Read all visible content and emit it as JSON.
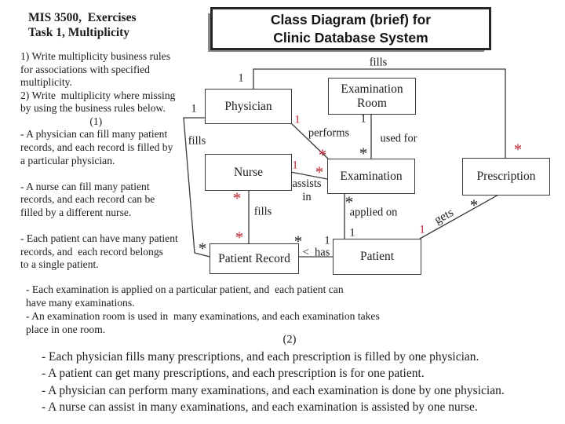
{
  "slide": {
    "heading": "MIS 3500,  Exercises\nTask 1, Multiplicity",
    "title": "Class Diagram (brief) for\nClinic Database System",
    "left_text": "1) Write multiplicity business rules\nfor associations with specified\nmultiplicity.\n2) Write  multiplicity where missing\nby using the business rules below.\n                          (1)\n- A physician can fill many patient\nrecords, and each record is filled by\na particular physician.\n\n- A nurse can fill many patient\nrecords, and each record can be\nfilled by a different nurse.\n\n- Each patient can have many patient\nrecords, and  each record belongs\nto a single patient.",
    "mid_text": "- Each examination is applied on a particular patient, and  each patient can\nhave many examinations.\n- An examination room is used in  many examinations, and each examination takes\nplace in one room.",
    "label_2": "(2)",
    "bottom_text": "- Each physician fills many prescriptions, and each prescription is filled by one physician.\n- A patient can get many prescriptions, and each prescription is for one patient.\n- A physician can perform many examinations, and each examination is done by one physician.\n- A nurse can assist in many examinations, and each examination is assisted by one nurse."
  },
  "diagram": {
    "nodes": [
      {
        "id": "physician",
        "label": "Physician"
      },
      {
        "id": "examination-room",
        "label": "Examination Room"
      },
      {
        "id": "nurse",
        "label": "Nurse"
      },
      {
        "id": "examination",
        "label": "Examination"
      },
      {
        "id": "prescription",
        "label": "Prescription"
      },
      {
        "id": "patient-record",
        "label": "Patient Record"
      },
      {
        "id": "patient",
        "label": "Patient"
      }
    ],
    "edge_labels": [
      {
        "id": "fills-top",
        "text": "fills"
      },
      {
        "id": "fills-left",
        "text": "fills"
      },
      {
        "id": "performs",
        "text": "performs"
      },
      {
        "id": "used-for",
        "text": "used for"
      },
      {
        "id": "assists-in",
        "text": "assists\nin"
      },
      {
        "id": "fills-nurse",
        "text": "fills"
      },
      {
        "id": "applied-on",
        "text": "applied on"
      },
      {
        "id": "gets",
        "text": "gets"
      },
      {
        "id": "has",
        "text": "<  has"
      }
    ],
    "multiplicities": [
      {
        "text": "1",
        "color": "black"
      },
      {
        "text": "1",
        "color": "black"
      },
      {
        "text": "1",
        "color": "black"
      },
      {
        "text": "*",
        "color": "black"
      },
      {
        "text": "*",
        "color": "black"
      },
      {
        "text": "1",
        "color": "black"
      },
      {
        "text": "1",
        "color": "black"
      },
      {
        "text": "*",
        "color": "black"
      },
      {
        "text": "*",
        "color": "black"
      },
      {
        "text": "*",
        "color": "black"
      },
      {
        "text": "1",
        "color": "red"
      },
      {
        "text": "*",
        "color": "red"
      },
      {
        "text": "1",
        "color": "red"
      },
      {
        "text": "*",
        "color": "red"
      },
      {
        "text": "*",
        "color": "red"
      },
      {
        "text": "*",
        "color": "red"
      },
      {
        "text": "*",
        "color": "red"
      },
      {
        "text": "1",
        "color": "red"
      }
    ],
    "edges": [
      {
        "from": "Physician",
        "to": "Prescription",
        "label": "fills",
        "from_mult": "1",
        "to_mult": "*"
      },
      {
        "from": "Physician",
        "to": "Patient Record",
        "label": "fills",
        "from_mult": "1",
        "to_mult": "*"
      },
      {
        "from": "Physician",
        "to": "Examination",
        "label": "performs",
        "from_mult": "1",
        "to_mult": "*"
      },
      {
        "from": "Examination Room",
        "to": "Examination",
        "label": "used for",
        "from_mult": "1",
        "to_mult": "*"
      },
      {
        "from": "Nurse",
        "to": "Examination",
        "label": "assists in",
        "from_mult": "1",
        "to_mult": "*"
      },
      {
        "from": "Nurse",
        "to": "Patient Record",
        "label": "fills",
        "from_mult": "*",
        "to_mult": "*"
      },
      {
        "from": "Examination",
        "to": "Patient",
        "label": "applied on",
        "from_mult": "*",
        "to_mult": "1"
      },
      {
        "from": "Patient",
        "to": "Patient Record",
        "label": "has",
        "from_mult": "1",
        "to_mult": "*"
      },
      {
        "from": "Patient",
        "to": "Prescription",
        "label": "gets",
        "from_mult": "1",
        "to_mult": "*"
      }
    ],
    "colors": {
      "red": "#c12331",
      "line": "#3a3a3a"
    }
  }
}
